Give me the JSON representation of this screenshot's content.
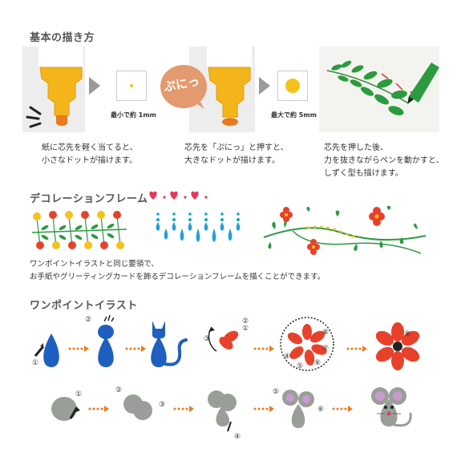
{
  "section_basic": {
    "title": "基本の描き方",
    "min_label": "最小で約 1mm",
    "max_label": "最大で約 5mm",
    "puni_label": "ぷにっ",
    "step1": [
      "紙に芯先を軽く当てると、",
      "小さなドットが描けます。"
    ],
    "step2": [
      "芯先を「ぷにっ」と押すと、",
      "大きなドットが描けます。"
    ],
    "step3": [
      "芯先を押した後、",
      "力を抜きながらペンを動かすと、",
      "しずく型も描けます。"
    ]
  },
  "section_deco": {
    "title": "デコレーションフレーム",
    "desc": [
      "ワンポイントイラストと同じ要領で、",
      "お手紙やグリーティングカードを飾るデコレーションフレームを描くことができます。"
    ]
  },
  "section_onepoint": {
    "title": "ワンポイントイラスト",
    "nums": [
      "①",
      "②",
      "③",
      "④",
      "⑤",
      "⑥",
      "⑦",
      "⑧",
      "⑨"
    ]
  },
  "colors": {
    "yellow": "#f5c21b",
    "orange": "#ef7a1f",
    "red": "#e8412b",
    "green": "#2c9a3f",
    "blue": "#1f5fbf",
    "pink": "#e8365b",
    "gray": "#9a9e98"
  }
}
